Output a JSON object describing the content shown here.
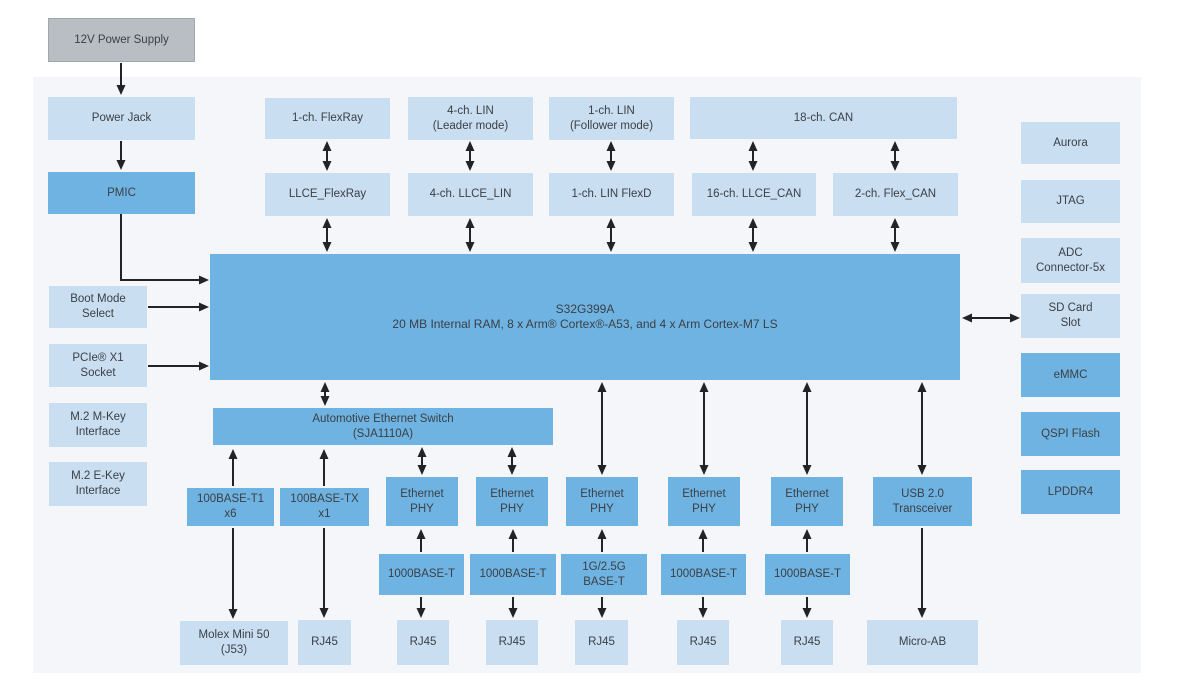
{
  "diagram": {
    "colors": {
      "panel_bg": "#f4f6f9",
      "light_box": "#cadef2",
      "medium_box": "#6fb3e2",
      "gray_box": "#b9bec5",
      "gray_box_border": "#a2a7ad",
      "text": "#3b4045",
      "arrow": "#212326"
    },
    "nodes": [
      {
        "id": "power-supply-12v",
        "label": "12V Power Supply",
        "variant": "gray"
      },
      {
        "id": "power-jack",
        "label": "Power Jack",
        "variant": "light"
      },
      {
        "id": "pmic",
        "label": "PMIC",
        "variant": "medium"
      },
      {
        "id": "flexray-1ch",
        "label": "1-ch. FlexRay",
        "variant": "light"
      },
      {
        "id": "lin-leader-4ch",
        "label": "4-ch. LIN\n(Leader mode)",
        "variant": "light"
      },
      {
        "id": "lin-follower-1ch",
        "label": "1-ch. LIN\n(Follower mode)",
        "variant": "light"
      },
      {
        "id": "can-18ch",
        "label": "18-ch. CAN",
        "variant": "light"
      },
      {
        "id": "llce-flexray",
        "label": "LLCE_FlexRay",
        "variant": "light"
      },
      {
        "id": "llce-lin-4ch",
        "label": "4-ch. LLCE_LIN",
        "variant": "light"
      },
      {
        "id": "lin-flexd-1ch",
        "label": "1-ch. LIN FlexD",
        "variant": "light"
      },
      {
        "id": "llce-can-16ch",
        "label": "16-ch. LLCE_CAN",
        "variant": "light"
      },
      {
        "id": "flex-can-2ch",
        "label": "2-ch. Flex_CAN",
        "variant": "light"
      },
      {
        "id": "soc",
        "label": "S32G399A\n20 MB Internal RAM, 8 x Arm® Cortex®-A53, and 4 x Arm Cortex-M7 LS",
        "variant": "medium"
      },
      {
        "id": "boot-mode-select",
        "label": "Boot Mode\nSelect",
        "variant": "light"
      },
      {
        "id": "pcie-x1-socket",
        "label": "PCIe® X1\nSocket",
        "variant": "light"
      },
      {
        "id": "m2-m-key",
        "label": "M.2 M-Key\nInterface",
        "variant": "light"
      },
      {
        "id": "m2-e-key",
        "label": "M.2 E-Key\nInterface",
        "variant": "light"
      },
      {
        "id": "aurora",
        "label": "Aurora",
        "variant": "light"
      },
      {
        "id": "jtag",
        "label": "JTAG",
        "variant": "light"
      },
      {
        "id": "adc-connector-5x",
        "label": "ADC\nConnector-5x",
        "variant": "light"
      },
      {
        "id": "sd-card-slot",
        "label": "SD Card\nSlot",
        "variant": "light"
      },
      {
        "id": "emmc",
        "label": "eMMC",
        "variant": "medium"
      },
      {
        "id": "qspi-flash",
        "label": "QSPI Flash",
        "variant": "medium"
      },
      {
        "id": "lpddr4",
        "label": "LPDDR4",
        "variant": "medium"
      },
      {
        "id": "eth-switch",
        "label": "Automotive Ethernet Switch\n(SJA1110A)",
        "variant": "medium"
      },
      {
        "id": "base100-t1",
        "label": "100BASE-T1\nx6",
        "variant": "medium"
      },
      {
        "id": "base100-tx",
        "label": "100BASE-TX\nx1",
        "variant": "medium"
      },
      {
        "id": "eth-phy-1",
        "label": "Ethernet\nPHY",
        "variant": "medium"
      },
      {
        "id": "eth-phy-2",
        "label": "Ethernet\nPHY",
        "variant": "medium"
      },
      {
        "id": "eth-phy-3",
        "label": "Ethernet\nPHY",
        "variant": "medium"
      },
      {
        "id": "eth-phy-4",
        "label": "Ethernet\nPHY",
        "variant": "medium"
      },
      {
        "id": "eth-phy-5",
        "label": "Ethernet\nPHY",
        "variant": "medium"
      },
      {
        "id": "usb-transceiver",
        "label": "USB 2.0\nTransceiver",
        "variant": "medium"
      },
      {
        "id": "base1000-t-1",
        "label": "1000BASE-T",
        "variant": "medium"
      },
      {
        "id": "base1000-t-2",
        "label": "1000BASE-T",
        "variant": "medium"
      },
      {
        "id": "base-1g25g",
        "label": "1G/2.5G\nBASE-T",
        "variant": "medium"
      },
      {
        "id": "base1000-t-4",
        "label": "1000BASE-T",
        "variant": "medium"
      },
      {
        "id": "base1000-t-5",
        "label": "1000BASE-T",
        "variant": "medium"
      },
      {
        "id": "molex-mini-50",
        "label": "Molex Mini 50\n(J53)",
        "variant": "light"
      },
      {
        "id": "rj45-1",
        "label": "RJ45",
        "variant": "light"
      },
      {
        "id": "rj45-2",
        "label": "RJ45",
        "variant": "light"
      },
      {
        "id": "rj45-3",
        "label": "RJ45",
        "variant": "light"
      },
      {
        "id": "rj45-4",
        "label": "RJ45",
        "variant": "light"
      },
      {
        "id": "rj45-5",
        "label": "RJ45",
        "variant": "light"
      },
      {
        "id": "rj45-6",
        "label": "RJ45",
        "variant": "light"
      },
      {
        "id": "micro-ab",
        "label": "Micro-AB",
        "variant": "light"
      }
    ],
    "connections": [
      {
        "from": "power-supply-12v",
        "to": "power-jack",
        "bidirectional": false
      },
      {
        "from": "power-jack",
        "to": "pmic",
        "bidirectional": false
      },
      {
        "from": "pmic",
        "to": "soc",
        "bidirectional": false
      },
      {
        "from": "boot-mode-select",
        "to": "soc",
        "bidirectional": false
      },
      {
        "from": "pcie-x1-socket",
        "to": "soc",
        "bidirectional": false
      },
      {
        "from": "soc",
        "to": "sd-card-slot",
        "bidirectional": true
      },
      {
        "from": "flexray-1ch",
        "to": "llce-flexray",
        "bidirectional": true
      },
      {
        "from": "lin-leader-4ch",
        "to": "llce-lin-4ch",
        "bidirectional": true
      },
      {
        "from": "lin-follower-1ch",
        "to": "lin-flexd-1ch",
        "bidirectional": true
      },
      {
        "from": "can-18ch",
        "to": "llce-can-16ch",
        "bidirectional": true
      },
      {
        "from": "can-18ch",
        "to": "flex-can-2ch",
        "bidirectional": true
      },
      {
        "from": "llce-flexray",
        "to": "soc",
        "bidirectional": true
      },
      {
        "from": "llce-lin-4ch",
        "to": "soc",
        "bidirectional": true
      },
      {
        "from": "lin-flexd-1ch",
        "to": "soc",
        "bidirectional": true
      },
      {
        "from": "llce-can-16ch",
        "to": "soc",
        "bidirectional": true
      },
      {
        "from": "flex-can-2ch",
        "to": "soc",
        "bidirectional": true
      },
      {
        "from": "soc",
        "to": "eth-switch",
        "bidirectional": true
      },
      {
        "from": "soc",
        "to": "eth-phy-3",
        "bidirectional": true
      },
      {
        "from": "soc",
        "to": "eth-phy-4",
        "bidirectional": true
      },
      {
        "from": "soc",
        "to": "eth-phy-5",
        "bidirectional": true
      },
      {
        "from": "soc",
        "to": "usb-transceiver",
        "bidirectional": true
      },
      {
        "from": "eth-switch",
        "to": "eth-phy-1",
        "bidirectional": true
      },
      {
        "from": "eth-switch",
        "to": "eth-phy-2",
        "bidirectional": true
      },
      {
        "from": "base100-t1",
        "to": "eth-switch",
        "bidirectional": false
      },
      {
        "from": "base100-tx",
        "to": "eth-switch",
        "bidirectional": false
      },
      {
        "from": "base100-t1",
        "to": "molex-mini-50",
        "bidirectional": false
      },
      {
        "from": "base100-tx",
        "to": "rj45-1",
        "bidirectional": false
      },
      {
        "from": "base1000-t-1",
        "to": "eth-phy-1",
        "bidirectional": false
      },
      {
        "from": "base1000-t-2",
        "to": "eth-phy-2",
        "bidirectional": false
      },
      {
        "from": "base-1g25g",
        "to": "eth-phy-3",
        "bidirectional": false
      },
      {
        "from": "base1000-t-4",
        "to": "eth-phy-4",
        "bidirectional": false
      },
      {
        "from": "base1000-t-5",
        "to": "eth-phy-5",
        "bidirectional": false
      },
      {
        "from": "base1000-t-1",
        "to": "rj45-2",
        "bidirectional": false
      },
      {
        "from": "base1000-t-2",
        "to": "rj45-3",
        "bidirectional": false
      },
      {
        "from": "base-1g25g",
        "to": "rj45-4",
        "bidirectional": false
      },
      {
        "from": "base1000-t-4",
        "to": "rj45-5",
        "bidirectional": false
      },
      {
        "from": "base1000-t-5",
        "to": "rj45-6",
        "bidirectional": false
      },
      {
        "from": "usb-transceiver",
        "to": "micro-ab",
        "bidirectional": false
      }
    ]
  }
}
